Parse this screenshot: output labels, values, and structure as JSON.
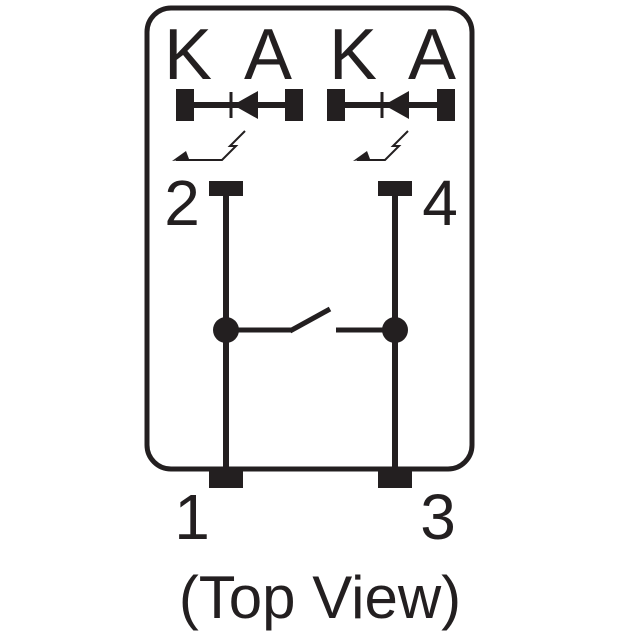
{
  "diagram": {
    "anode_cathode_labels": [
      "K",
      "A",
      "K",
      "A"
    ],
    "pins": {
      "pin1": "1",
      "pin2": "2",
      "pin3": "3",
      "pin4": "4"
    },
    "caption": "(Top View)",
    "colors": {
      "ink": "#231f20",
      "background": "#ffffff"
    }
  }
}
